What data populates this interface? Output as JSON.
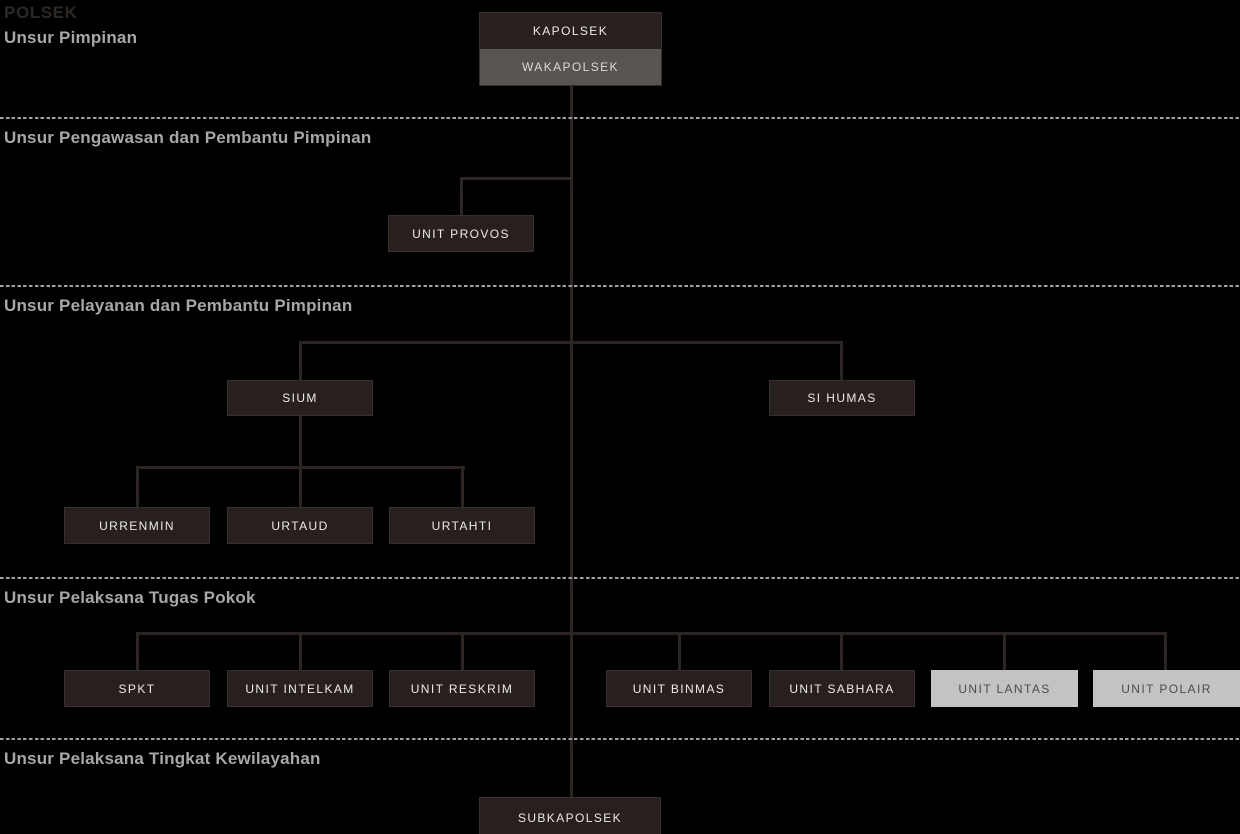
{
  "title": "POLSEK",
  "sections": {
    "pimpinan": {
      "label": "Unsur Pimpinan"
    },
    "pengawasan": {
      "label": "Unsur Pengawasan dan Pembantu Pimpinan"
    },
    "pelayanan": {
      "label": "Unsur Pelayanan dan Pembantu Pimpinan"
    },
    "pelaksana_pokok": {
      "label": "Unsur Pelaksana Tugas Pokok"
    },
    "kewilayahan": {
      "label": "Unsur Pelaksana Tingkat Kewilayahan"
    }
  },
  "nodes": {
    "kapolsek": {
      "label": "KAPOLSEK"
    },
    "wakapolsek": {
      "label": "WAKAPOLSEK"
    },
    "unit_provos": {
      "label": "UNIT PROVOS"
    },
    "sium": {
      "label": "SIUM"
    },
    "si_humas": {
      "label": "SI HUMAS"
    },
    "urrenmin": {
      "label": "URRENMIN"
    },
    "urtaud": {
      "label": "URTAUD"
    },
    "urtahti": {
      "label": "URTAHTI"
    },
    "spkt": {
      "label": "SPKT"
    },
    "unit_intelkam": {
      "label": "UNIT INTELKAM"
    },
    "unit_reskrim": {
      "label": "UNIT RESKRIM"
    },
    "unit_binmas": {
      "label": "UNIT BINMAS"
    },
    "unit_sabhara": {
      "label": "UNIT SABHARA"
    },
    "unit_lantas": {
      "label": "UNIT LANTAS"
    },
    "unit_polair": {
      "label": "UNIT POLAIR"
    },
    "subkapolsek": {
      "label": "SUBKAPOLSEK"
    }
  },
  "colors": {
    "background": "#000000",
    "node_dark": "#27201e",
    "node_dark_border": "#372f2b",
    "node_gray": "#575452",
    "node_light": "#c4c3c2",
    "node_text_light": "#edeae7",
    "node_text_dark": "#4c4c4c",
    "connector_line": "#2d2522",
    "separator_dots": "#a0a0a0",
    "section_heading": "#a9a7a5",
    "title_text": "#2e2825"
  }
}
